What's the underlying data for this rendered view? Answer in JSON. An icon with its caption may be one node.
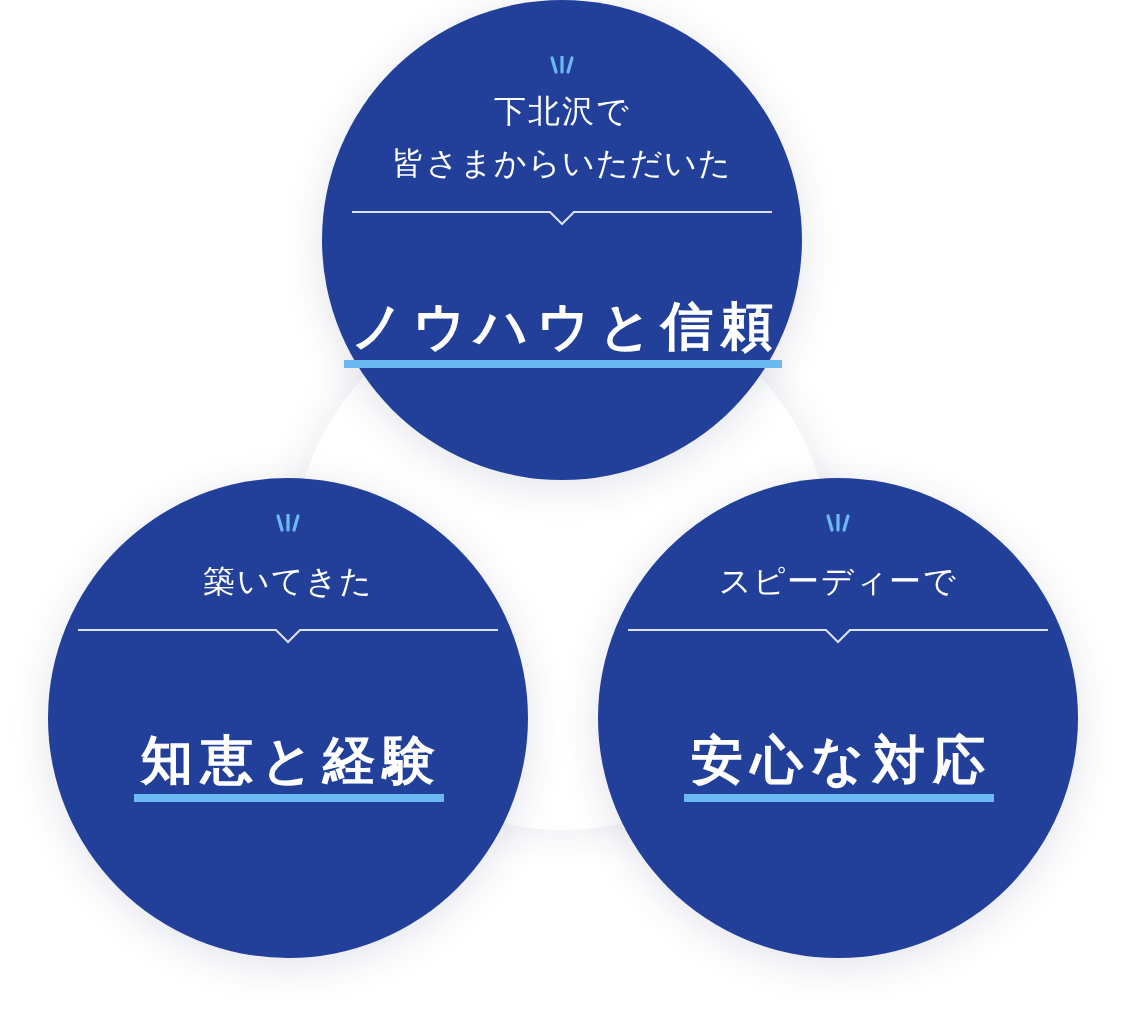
{
  "diagram": {
    "nodes": [
      {
        "text": [
          "下北沢で皆さまからいただいた",
          "ノウハウと信頼"
        ]
      },
      {
        "text": [
          "築いてきた",
          "知恵と経験"
        ]
      },
      {
        "text": [
          "スピーディーで",
          "安心な対応"
        ]
      }
    ]
  }
}
